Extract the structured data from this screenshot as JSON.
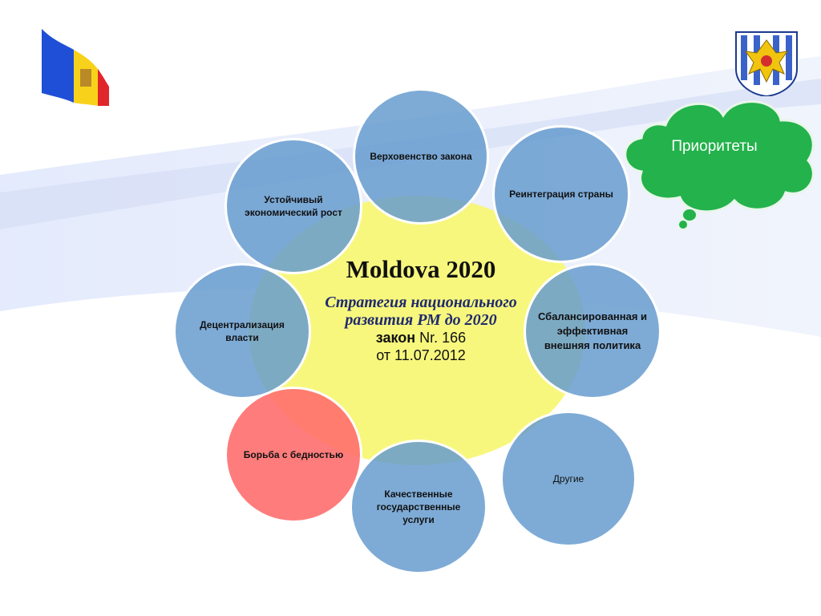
{
  "cloud": {
    "label": "Приоритеты"
  },
  "center": {
    "title": "Moldova 2020",
    "subtitle": "Стратегия национального развития РМ до 2020",
    "law_word": "закон",
    "law_number": "Nr. 166",
    "law_date": "от 11.07.2012"
  },
  "nodes": [
    {
      "label": "Верховенство закона"
    },
    {
      "label": "Реинтеграция страны"
    },
    {
      "label": "Сбалансированная и эффективная внешняя политика"
    },
    {
      "label": "Другие"
    },
    {
      "label": "Качественные государственные услуги"
    },
    {
      "label": "Борьба с бедностью"
    },
    {
      "label": "Децентрализация власти"
    },
    {
      "label": "Устойчивый экономический рост"
    }
  ],
  "colors": {
    "node_blue": "#679CCF",
    "node_red": "#FF6E6E",
    "center": "#F7F77A",
    "cloud": "#23B24B"
  }
}
